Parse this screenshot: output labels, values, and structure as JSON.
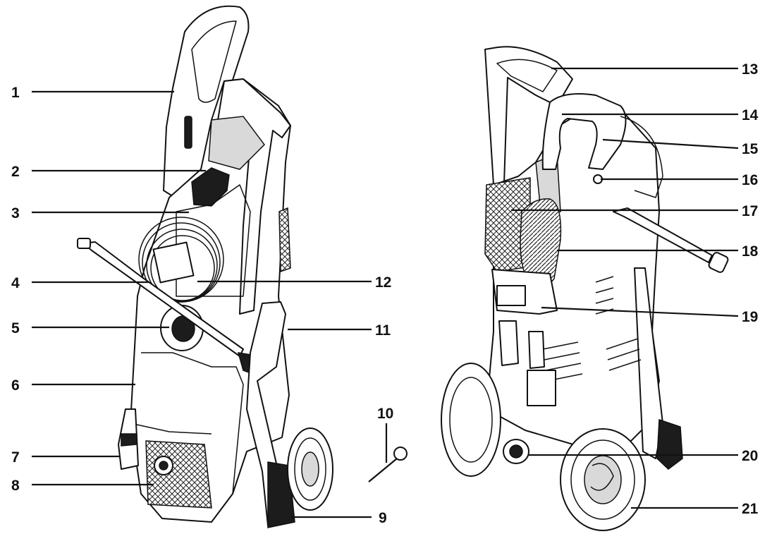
{
  "diagram": {
    "labels": {
      "l1": "1",
      "l2": "2",
      "l3": "3",
      "l4": "4",
      "l5": "5",
      "l6": "6",
      "l7": "7",
      "l8": "8",
      "l9": "9",
      "l10": "10",
      "l11": "11",
      "l12": "12",
      "l13": "13",
      "l14": "14",
      "l15": "15",
      "l16": "16",
      "l17": "17",
      "l18": "18",
      "l19": "19",
      "l20": "20",
      "l21": "21"
    }
  }
}
